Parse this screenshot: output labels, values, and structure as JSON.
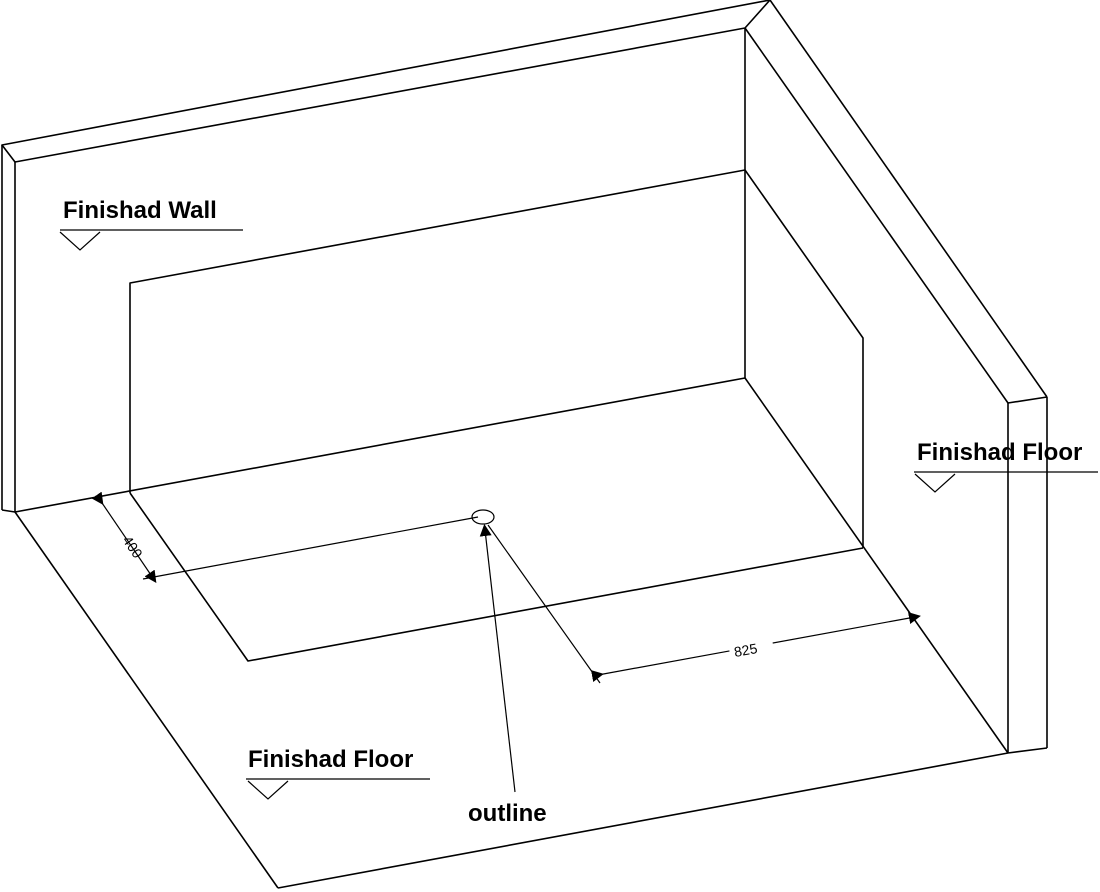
{
  "labels": {
    "wall": "Finishad Wall",
    "floor_right": "Finishad Floor",
    "floor_left": "Finishad Floor",
    "outline": "outline"
  },
  "dimensions": {
    "offset_from_back_wall": "400",
    "offset_from_side": "825"
  }
}
